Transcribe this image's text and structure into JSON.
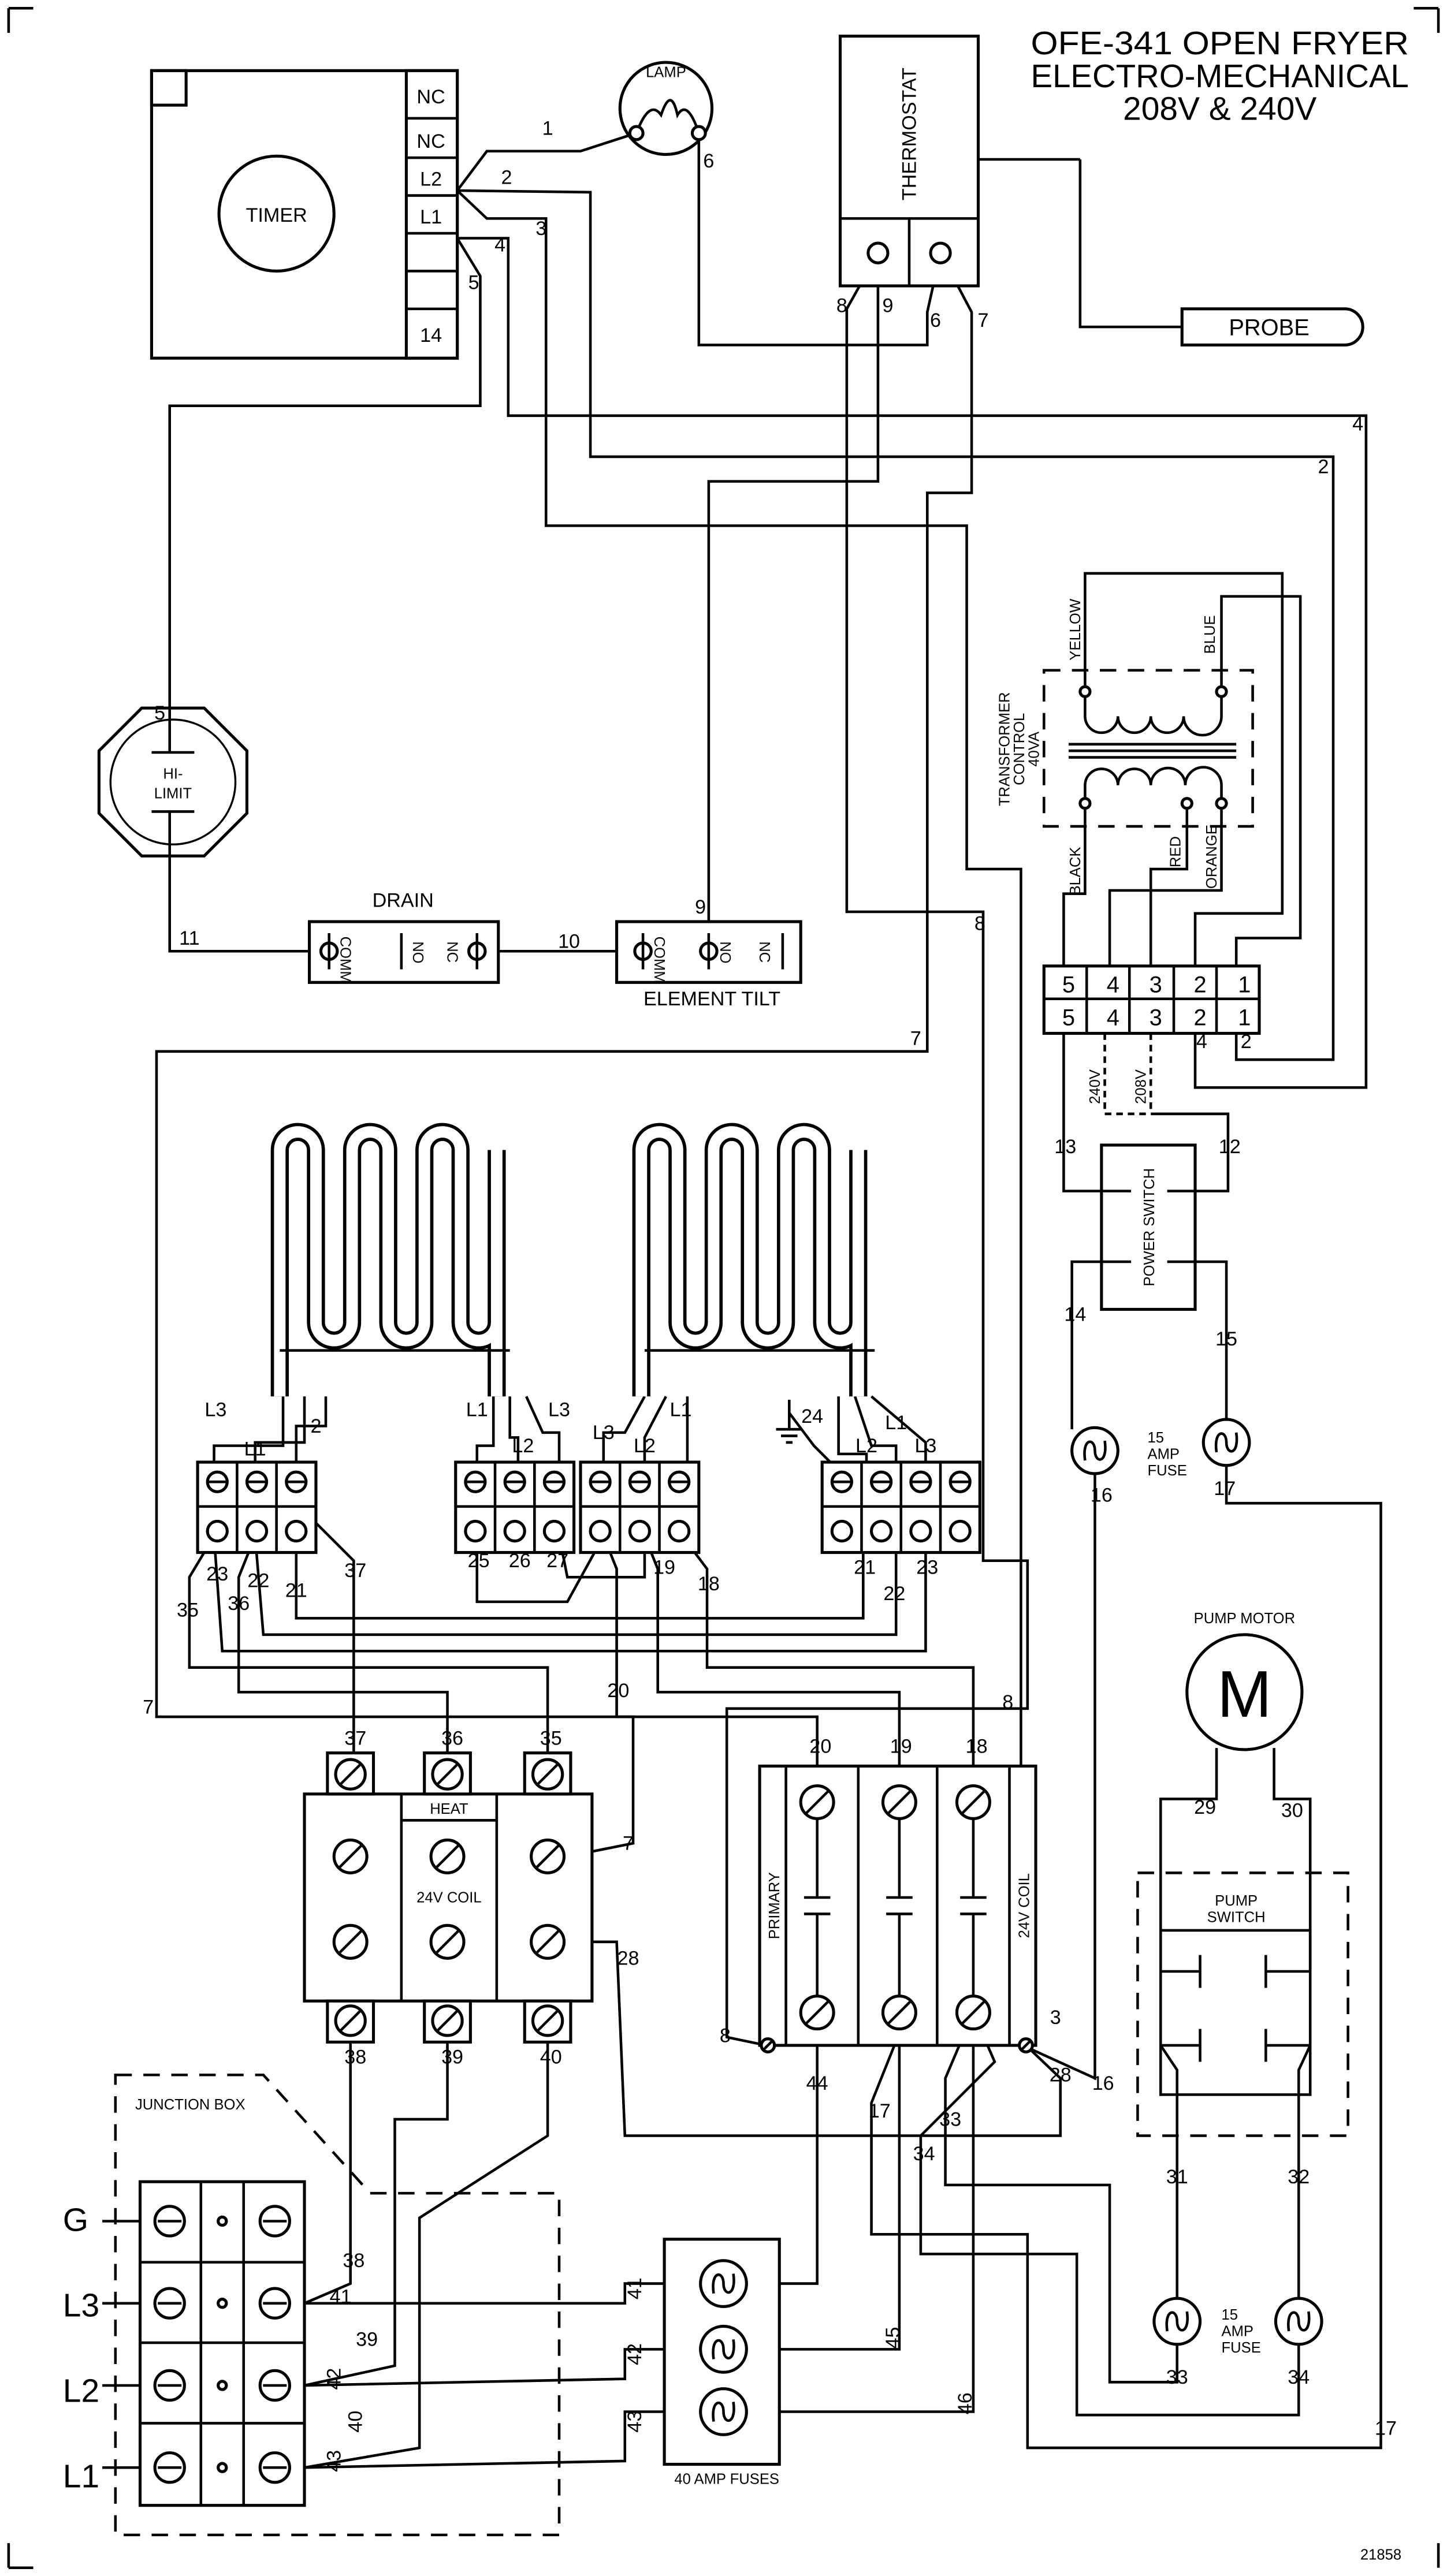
{
  "title": {
    "line1": "OFE-341 OPEN FRYER",
    "line2": "ELECTRO-MECHANICAL",
    "line3": "208V & 240V"
  },
  "drawing_number": "21858",
  "timer": {
    "label": "TIMER",
    "terminals": [
      "NC",
      "NC",
      "L2",
      "L1",
      "",
      "14"
    ]
  },
  "lamp": {
    "label": "LAMP"
  },
  "thermostat": {
    "label": "THERMOSTAT"
  },
  "probe": {
    "label": "PROBE"
  },
  "hi_limit": {
    "line1": "HI-",
    "line2": "LIMIT"
  },
  "drain": {
    "label": "DRAIN",
    "comm": "COMM",
    "no": "NO",
    "nc": "NC"
  },
  "element_tilt": {
    "label": "ELEMENT TILT",
    "comm": "COMM",
    "no": "NO",
    "nc": "NC"
  },
  "transformer": {
    "line1": "TRANSFORMER",
    "line2": "CONTROL",
    "line3": "40VA",
    "leads": {
      "yellow": "YELLOW",
      "blue": "BLUE",
      "black": "BLACK",
      "red": "RED",
      "orange": "ORANGE"
    },
    "block_top": [
      "5",
      "4",
      "3",
      "2",
      "1"
    ],
    "block_bottom": [
      "5",
      "4",
      "3",
      "2",
      "1"
    ]
  },
  "voltage_jumpers": {
    "v240": "240V",
    "v208": "208V"
  },
  "power_switch": {
    "label": "POWER SWITCH"
  },
  "control_fuses": {
    "line1": "15",
    "line2": "AMP",
    "line3": "FUSE"
  },
  "pump_motor": {
    "label": "PUMP MOTOR",
    "symbol": "M"
  },
  "pump_switch": {
    "line1": "PUMP",
    "line2": "SWITCH"
  },
  "pump_fuses": {
    "line1": "15",
    "line2": "AMP",
    "line3": "FUSE"
  },
  "heat_contactor": {
    "label": "HEAT",
    "coil": "24V COIL"
  },
  "primary_contactor": {
    "label": "PRIMARY",
    "coil": "24V COIL"
  },
  "junction_box": {
    "label": "JUNCTION BOX",
    "lines": [
      "G",
      "L3",
      "L2",
      "L1"
    ]
  },
  "main_fuses": {
    "label": "40 AMP FUSES"
  },
  "labels": [
    "1",
    "6",
    "2",
    "3",
    "4",
    "5",
    "8",
    "9",
    "6",
    "7",
    "4",
    "2",
    "5",
    "11",
    "10",
    "9",
    "8",
    "7",
    "4",
    "2",
    "13",
    "12",
    "14",
    "15",
    "16",
    "17",
    "L3",
    "L1",
    "2",
    "L1",
    "L2",
    "L3",
    "L3",
    "L2",
    "L1",
    "24",
    "L1",
    "L2",
    "L3",
    "23",
    "22",
    "21",
    "37",
    "35",
    "36",
    "25",
    "26",
    "27",
    "19",
    "18",
    "21",
    "22",
    "23",
    "7",
    "20",
    "8",
    "37",
    "36",
    "35",
    "20",
    "19",
    "18",
    "7",
    "28",
    "38",
    "39",
    "40",
    "8",
    "3",
    "28",
    "16",
    "44",
    "17",
    "33",
    "34",
    "29",
    "30",
    "31",
    "32",
    "33",
    "34",
    "17",
    "38",
    "41",
    "39",
    "42",
    "40",
    "43",
    "41",
    "42",
    "43",
    "45",
    "46"
  ]
}
